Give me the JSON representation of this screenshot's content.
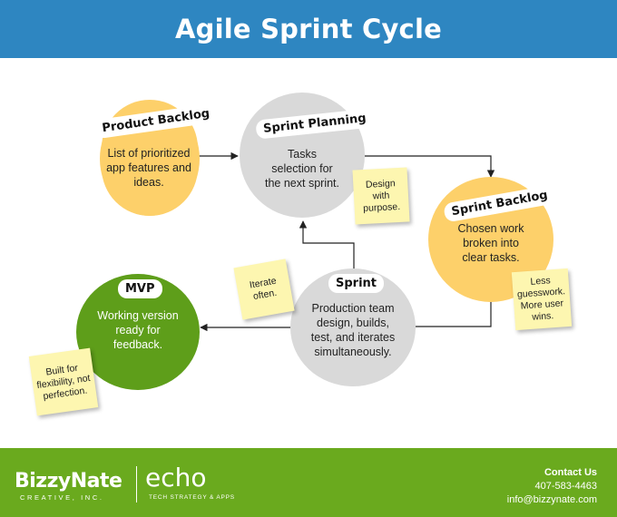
{
  "title": "Agile Sprint Cycle",
  "stages": {
    "product_backlog": {
      "label": "Product Backlog",
      "text": "List of prioritized app features and ideas."
    },
    "sprint_planning": {
      "label": "Sprint Planning",
      "text": "Tasks selection for the next sprint."
    },
    "sprint_backlog": {
      "label": "Sprint Backlog",
      "text": "Chosen work broken into clear tasks."
    },
    "sprint": {
      "label": "Sprint",
      "text": "Production team design, builds, test, and iterates simultaneously."
    },
    "mvp": {
      "label": "MVP",
      "text": "Working version ready for feedback."
    }
  },
  "notes": {
    "design": "Design with purpose.",
    "guesswork": "Less guesswork. More user wins.",
    "iterate": "Iterate often.",
    "flexibility": "Built for flexibility, not perfection."
  },
  "footer": {
    "logo_bizzy": "BizzyNate",
    "logo_bizzy_sub": "CREATIVE, INC.",
    "logo_echo": "echo",
    "logo_echo_sub": "TECH STRATEGY & APPS",
    "contact_title": "Contact Us",
    "phone": "407-583-4463",
    "email": "info@bizzynate.com"
  },
  "colors": {
    "header": "#2e86c1",
    "yellow": "#fdd06a",
    "gray": "#d9d9d9",
    "green": "#5e9e1a",
    "footer": "#6aaa1e",
    "note": "#fdf6b0"
  }
}
